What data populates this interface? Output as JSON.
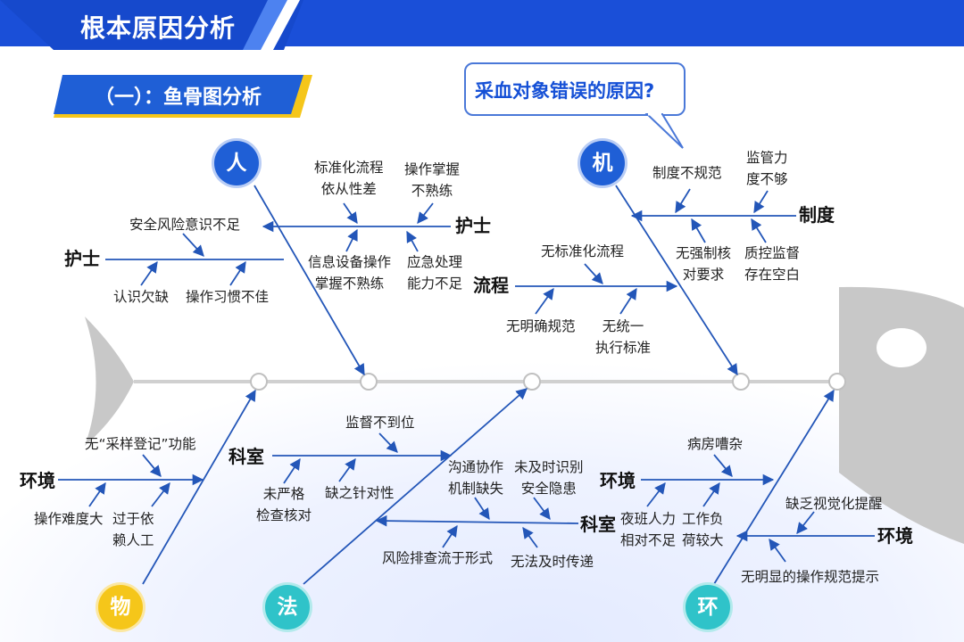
{
  "header": {
    "title": "根本原因分析"
  },
  "section": {
    "label": "（一）：鱼骨图分析"
  },
  "problem": {
    "text": "采血对象错误的原因?"
  },
  "categories": {
    "ren": "人",
    "ji": "机",
    "wu": "物",
    "fa": "法",
    "huan": "环"
  },
  "branches": {
    "ren": {
      "sub1": {
        "label": "护士",
        "causes": [
          "标准化流程\n依从性差",
          "操作掌握\n不熟练",
          "信息设备操作\n掌握不熟练",
          "应急处理\n能力不足"
        ]
      },
      "sub2": {
        "label": "护士",
        "causes": [
          "安全风险意识不足",
          "认识欠缺",
          "操作习惯不佳"
        ]
      }
    },
    "ji": {
      "sub1": {
        "label": "制度",
        "causes": [
          "制度不规范",
          "监管力\n度不够",
          "无强制核\n对要求",
          "质控监督\n存在空白"
        ]
      },
      "sub2": {
        "label": "流程",
        "causes": [
          "无标准化流程",
          "无明确规范",
          "无统一\n执行标准"
        ]
      }
    },
    "wu": {
      "sub1": {
        "label": "环境",
        "causes": [
          "无“采样登记”功能",
          "操作难度大",
          "过于依\n赖人工"
        ]
      }
    },
    "fa": {
      "sub1": {
        "label": "科室",
        "causes": [
          "监督不到位",
          "未严格\n检查核对",
          "缺之针对性"
        ]
      },
      "sub2": {
        "label": "科室",
        "causes": [
          "沟通协作\n机制缺失",
          "未及时识别\n安全隐患",
          "风险排查流于形式",
          "无法及时传递"
        ]
      }
    },
    "huan": {
      "sub1": {
        "label": "环境",
        "causes": [
          "病房嘈杂",
          "夜班人力\n相对不足",
          "工作负\n荷较大"
        ]
      },
      "sub2": {
        "label": "环境",
        "causes": [
          "缺乏视觉化提醒",
          "无明显的操作规范提示"
        ]
      }
    }
  },
  "colors": {
    "header_blue": "#1a4fd8",
    "line_blue": "#2356b8",
    "ren_circle": "#1f5fd6",
    "ji_circle": "#1f5fd6",
    "wu_circle": "#f5c61a",
    "fa_circle": "#2fc3c9",
    "huan_circle": "#2fc3c9",
    "fish_gray": "#c8c8c8"
  }
}
